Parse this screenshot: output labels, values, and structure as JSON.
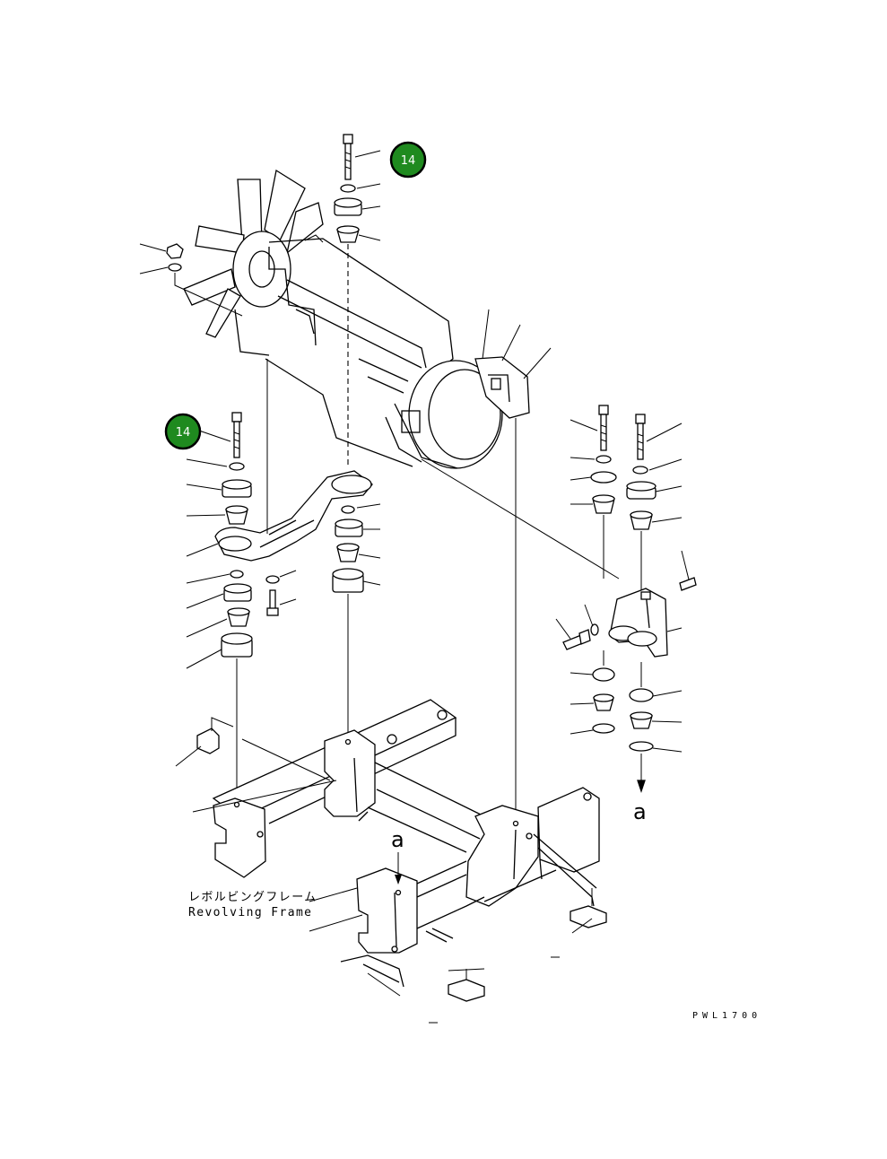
{
  "callouts": [
    {
      "id": "badge-upper",
      "text": "14",
      "color": "#1f8a1f"
    },
    {
      "id": "badge-left",
      "text": "14",
      "color": "#1f8a1f"
    }
  ],
  "labels": {
    "frame_jp": "レボルビングフレーム",
    "frame_en": "Revolving Frame",
    "view_marker_top": "a",
    "view_marker_right": "a",
    "drawing_code": "PWL1700"
  }
}
